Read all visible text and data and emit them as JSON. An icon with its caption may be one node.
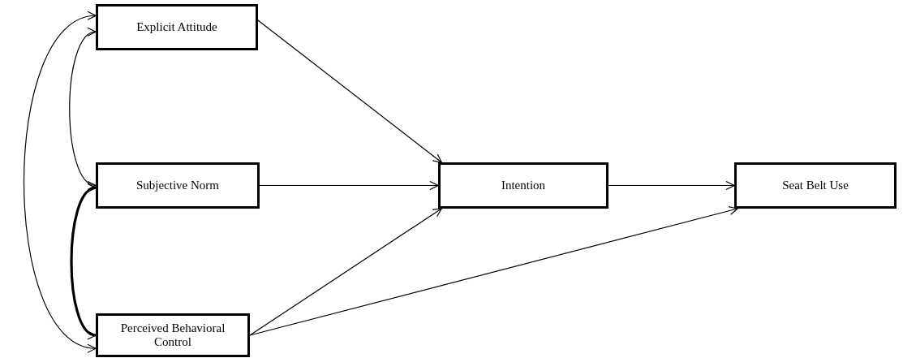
{
  "diagram": {
    "nodes": [
      {
        "text": [
          "Explicit Attitude"
        ]
      },
      {
        "text": [
          "Subjective Norm"
        ]
      },
      {
        "text": [
          "Perceived Behavioral Control"
        ]
      },
      {
        "text": [
          "Intention"
        ]
      },
      {
        "text": [
          "Seat Belt Use"
        ]
      }
    ],
    "edges": [
      {
        "from": 0,
        "to": 3,
        "arrow": "to"
      },
      {
        "from": 1,
        "to": 3,
        "arrow": "to"
      },
      {
        "from": 3,
        "to": 4,
        "arrow": "to"
      },
      {
        "from": 2,
        "to": 3,
        "arrow": "to"
      },
      {
        "from": 2,
        "to": 4,
        "arrow": "to"
      },
      {
        "from": 0,
        "to": 1,
        "arrow": "both"
      },
      {
        "from": 1,
        "to": 2,
        "arrow": "both",
        "style": "thick"
      },
      {
        "from": 0,
        "to": 2,
        "arrow": "both"
      }
    ]
  }
}
